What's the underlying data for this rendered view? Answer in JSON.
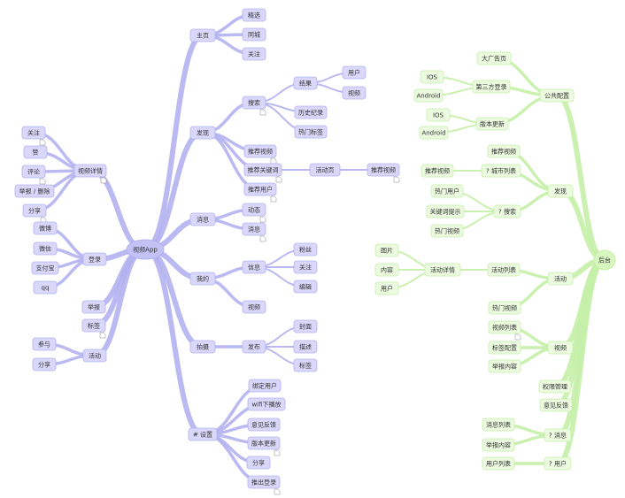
{
  "colors": {
    "left_stroke": "#b3b1f0",
    "left_fill": "#d9d8fa",
    "left_root_fill": "#c4c2f5",
    "right_stroke": "#c5f0a8",
    "right_fill": "#ecfbe0",
    "right_root_fill": "#d8f7bf",
    "text": "#333333"
  },
  "left_map": {
    "root": "视频App",
    "nodes": [
      {
        "id": "zhuye",
        "label": "主页",
        "parent": "root"
      },
      {
        "id": "jingxuan",
        "label": "精选",
        "parent": "zhuye"
      },
      {
        "id": "tongcheng",
        "label": "同城",
        "parent": "zhuye"
      },
      {
        "id": "guanzhu1",
        "label": "关注",
        "parent": "zhuye"
      },
      {
        "id": "faxian",
        "label": "发现",
        "parent": "root"
      },
      {
        "id": "sousuo",
        "label": "搜索",
        "parent": "faxian",
        "note": true
      },
      {
        "id": "jieguo",
        "label": "结果",
        "parent": "sousuo"
      },
      {
        "id": "yonghu1",
        "label": "用户",
        "parent": "jieguo"
      },
      {
        "id": "shipin1",
        "label": "视频",
        "parent": "jieguo"
      },
      {
        "id": "lishi",
        "label": "历史纪录",
        "parent": "sousuo"
      },
      {
        "id": "remen",
        "label": "热门标签",
        "parent": "sousuo"
      },
      {
        "id": "tuijianshipin",
        "label": "推荐视频",
        "parent": "faxian",
        "note": true
      },
      {
        "id": "tuijianguanjianci",
        "label": "推荐关键词",
        "parent": "faxian",
        "note": true
      },
      {
        "id": "huodongye",
        "label": "活动页",
        "parent": "tuijianguanjianci"
      },
      {
        "id": "tuijianshipin2",
        "label": "推荐视频",
        "parent": "huodongye",
        "note": true
      },
      {
        "id": "tuijianyonghu",
        "label": "推荐用户",
        "parent": "faxian",
        "note": true
      },
      {
        "id": "xiaoxi",
        "label": "消息",
        "parent": "root"
      },
      {
        "id": "dongtai",
        "label": "动态",
        "parent": "xiaoxi",
        "note": true
      },
      {
        "id": "xiaoxi2",
        "label": "消息",
        "parent": "xiaoxi",
        "note": true
      },
      {
        "id": "wode",
        "label": "我的",
        "parent": "root"
      },
      {
        "id": "xinxi",
        "label": "信息",
        "parent": "wode"
      },
      {
        "id": "fensi",
        "label": "粉丝",
        "parent": "xinxi"
      },
      {
        "id": "guanzhu2",
        "label": "关注",
        "parent": "xinxi"
      },
      {
        "id": "bianji",
        "label": "编辑",
        "parent": "xinxi"
      },
      {
        "id": "shipin2",
        "label": "视频",
        "parent": "wode"
      },
      {
        "id": "paishe",
        "label": "拍摄",
        "parent": "root"
      },
      {
        "id": "fabu",
        "label": "发布",
        "parent": "paishe"
      },
      {
        "id": "fengmian",
        "label": "封面",
        "parent": "fabu"
      },
      {
        "id": "miaoshu",
        "label": "描述",
        "parent": "fabu"
      },
      {
        "id": "biaoqian",
        "label": "标签",
        "parent": "fabu"
      },
      {
        "id": "shezhi",
        "label": "# 设置",
        "parent": "root"
      },
      {
        "id": "bangding",
        "label": "绑定用户",
        "parent": "shezhi"
      },
      {
        "id": "wifi",
        "label": "wifi下播放",
        "parent": "shezhi"
      },
      {
        "id": "yijian1",
        "label": "意见反馈",
        "parent": "shezhi"
      },
      {
        "id": "banben1",
        "label": "版本更新",
        "parent": "shezhi",
        "note": true
      },
      {
        "id": "fenxiang1",
        "label": "分享",
        "parent": "shezhi"
      },
      {
        "id": "tuichu",
        "label": "推出登录",
        "parent": "shezhi",
        "note": true
      },
      {
        "id": "xiangqing",
        "label": "视频详情",
        "parent": "root",
        "note": true
      },
      {
        "id": "guanzhu3",
        "label": "关注",
        "parent": "xiangqing",
        "note": true
      },
      {
        "id": "zan",
        "label": "赞",
        "parent": "xiangqing"
      },
      {
        "id": "pinglun",
        "label": "评论",
        "parent": "xiangqing",
        "note": true
      },
      {
        "id": "jubaoshanchu",
        "label": "举报 / 删除",
        "parent": "xiangqing"
      },
      {
        "id": "fenxiang2",
        "label": "分享",
        "parent": "xiangqing",
        "note": true
      },
      {
        "id": "denglu",
        "label": "登录",
        "parent": "root"
      },
      {
        "id": "weibo",
        "label": "微博",
        "parent": "denglu"
      },
      {
        "id": "weixin",
        "label": "微信",
        "parent": "denglu"
      },
      {
        "id": "zhifubao",
        "label": "支付宝",
        "parent": "denglu"
      },
      {
        "id": "qq",
        "label": "qq",
        "parent": "denglu"
      },
      {
        "id": "jubao1",
        "label": "举报",
        "parent": "root"
      },
      {
        "id": "biaoqian2",
        "label": "标签",
        "parent": "root",
        "note": true
      },
      {
        "id": "huodong1",
        "label": "活动",
        "parent": "root"
      },
      {
        "id": "canyu",
        "label": "参与",
        "parent": "huodong1"
      },
      {
        "id": "fenxiang3",
        "label": "分享",
        "parent": "huodong1"
      }
    ]
  },
  "right_map": {
    "root": "后台",
    "nodes": [
      {
        "id": "gonggong",
        "label": "公共配置",
        "parent": "root"
      },
      {
        "id": "daguanggao",
        "label": "大广告页",
        "parent": "gonggong"
      },
      {
        "id": "disanfang",
        "label": "第三方登录",
        "parent": "gonggong"
      },
      {
        "id": "ios1",
        "label": "IOS",
        "parent": "disanfang"
      },
      {
        "id": "android1",
        "label": "Android",
        "parent": "disanfang"
      },
      {
        "id": "banben2",
        "label": "版本更新",
        "parent": "gonggong"
      },
      {
        "id": "ios2",
        "label": "IOS",
        "parent": "banben2"
      },
      {
        "id": "android2",
        "label": "Android",
        "parent": "banben2"
      },
      {
        "id": "faxian2",
        "label": "发现",
        "parent": "root"
      },
      {
        "id": "tjsp3",
        "label": "推荐视频",
        "parent": "faxian2"
      },
      {
        "id": "chengshi",
        "label": "? 城市列表",
        "parent": "faxian2"
      },
      {
        "id": "tjsp4",
        "label": "推荐视频",
        "parent": "chengshi"
      },
      {
        "id": "sousuo2",
        "label": "? 搜索",
        "parent": "faxian2"
      },
      {
        "id": "remenyonghu",
        "label": "热门用户",
        "parent": "sousuo2"
      },
      {
        "id": "guanjiancitishi",
        "label": "关键词提示",
        "parent": "sousuo2"
      },
      {
        "id": "remenshipin1",
        "label": "热门视频",
        "parent": "sousuo2"
      },
      {
        "id": "huodong2",
        "label": "活动",
        "parent": "root"
      },
      {
        "id": "huodongliebiao",
        "label": "活动列表",
        "parent": "huodong2"
      },
      {
        "id": "huodongxiangqing",
        "label": "活动详情",
        "parent": "huodongliebiao"
      },
      {
        "id": "tupian",
        "label": "图片",
        "parent": "huodongxiangqing"
      },
      {
        "id": "neirong",
        "label": "内容",
        "parent": "huodongxiangqing"
      },
      {
        "id": "yonghu2",
        "label": "用户",
        "parent": "huodongxiangqing"
      },
      {
        "id": "remenshipin2",
        "label": "热门视频",
        "parent": "huodong2"
      },
      {
        "id": "shipin3",
        "label": "视频",
        "parent": "root"
      },
      {
        "id": "shipinliebiao",
        "label": "视频列表",
        "parent": "shipin3",
        "note": true
      },
      {
        "id": "biaoqianpeizhi",
        "label": "标签配置",
        "parent": "shipin3"
      },
      {
        "id": "jubaoneirong1",
        "label": "举报内容",
        "parent": "shipin3"
      },
      {
        "id": "quanxian",
        "label": "权限管理",
        "parent": "root"
      },
      {
        "id": "yijian2",
        "label": "意见反馈",
        "parent": "root"
      },
      {
        "id": "xiaoxi3",
        "label": "? 消息",
        "parent": "root"
      },
      {
        "id": "xiaoxiliebiao",
        "label": "消息列表",
        "parent": "xiaoxi3"
      },
      {
        "id": "jubaoneirong2",
        "label": "举报内容",
        "parent": "xiaoxi3"
      },
      {
        "id": "yonghu3",
        "label": "? 用户",
        "parent": "root"
      },
      {
        "id": "yonghuliebiao",
        "label": "用户列表",
        "parent": "yonghu3"
      }
    ]
  }
}
